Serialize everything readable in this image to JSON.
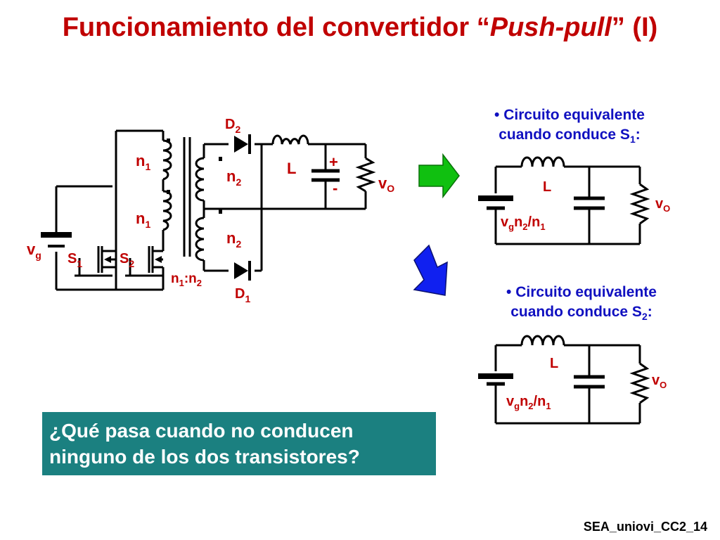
{
  "title": {
    "prefix": "Funcionamiento del convertidor “",
    "italic": "Push-pull",
    "suffix": "” (I)"
  },
  "main_circuit": {
    "vg": "v",
    "vg_sub": "g",
    "s1": "S",
    "s1_sub": "1",
    "s2": "S",
    "s2_sub": "2",
    "n1_top": "n",
    "n1_top_sub": "1",
    "n1_bot": "n",
    "n1_bot_sub": "1",
    "n2_top": "n",
    "n2_top_sub": "2",
    "n2_bot": "n",
    "n2_bot_sub": "2",
    "ratio_a": "n",
    "ratio_a_sub": "1",
    "ratio_colon": ":",
    "ratio_b": "n",
    "ratio_b_sub": "2",
    "d2": "D",
    "d2_sub": "2",
    "d1": "D",
    "d1_sub": "1",
    "l": "L",
    "plus": "+",
    "minus": "-",
    "vo": "v",
    "vo_sub": "O"
  },
  "equiv1": {
    "heading_line1": "• Circuito equivalente",
    "heading_line2": "cuando conduce S",
    "heading_sub": "1",
    "heading_colon": ":",
    "l": "L",
    "vo": "v",
    "vo_sub": "O",
    "src_a": "v",
    "src_a_sub": "g",
    "src_b": "n",
    "src_b_sub": "2",
    "src_slash": "/",
    "src_c": "n",
    "src_c_sub": "1"
  },
  "equiv2": {
    "heading_line1": "• Circuito equivalente",
    "heading_line2": "cuando conduce S",
    "heading_sub": "2",
    "heading_colon": ":",
    "l": "L",
    "vo": "v",
    "vo_sub": "O",
    "src_a": "v",
    "src_a_sub": "g",
    "src_b": "n",
    "src_b_sub": "2",
    "src_slash": "/",
    "src_c": "n",
    "src_c_sub": "1"
  },
  "question": {
    "line1": "¿Qué pasa cuando no conducen",
    "line2": "ninguno de los dos transistores?"
  },
  "footer": "SEA_uniovi_CC2_14",
  "colors": {
    "title": "#c00000",
    "labels": "#c00000",
    "bullets": "#1010c0",
    "arrow_green": "#10c010",
    "arrow_blue": "#1020f0",
    "question_box": "#1b8080"
  }
}
